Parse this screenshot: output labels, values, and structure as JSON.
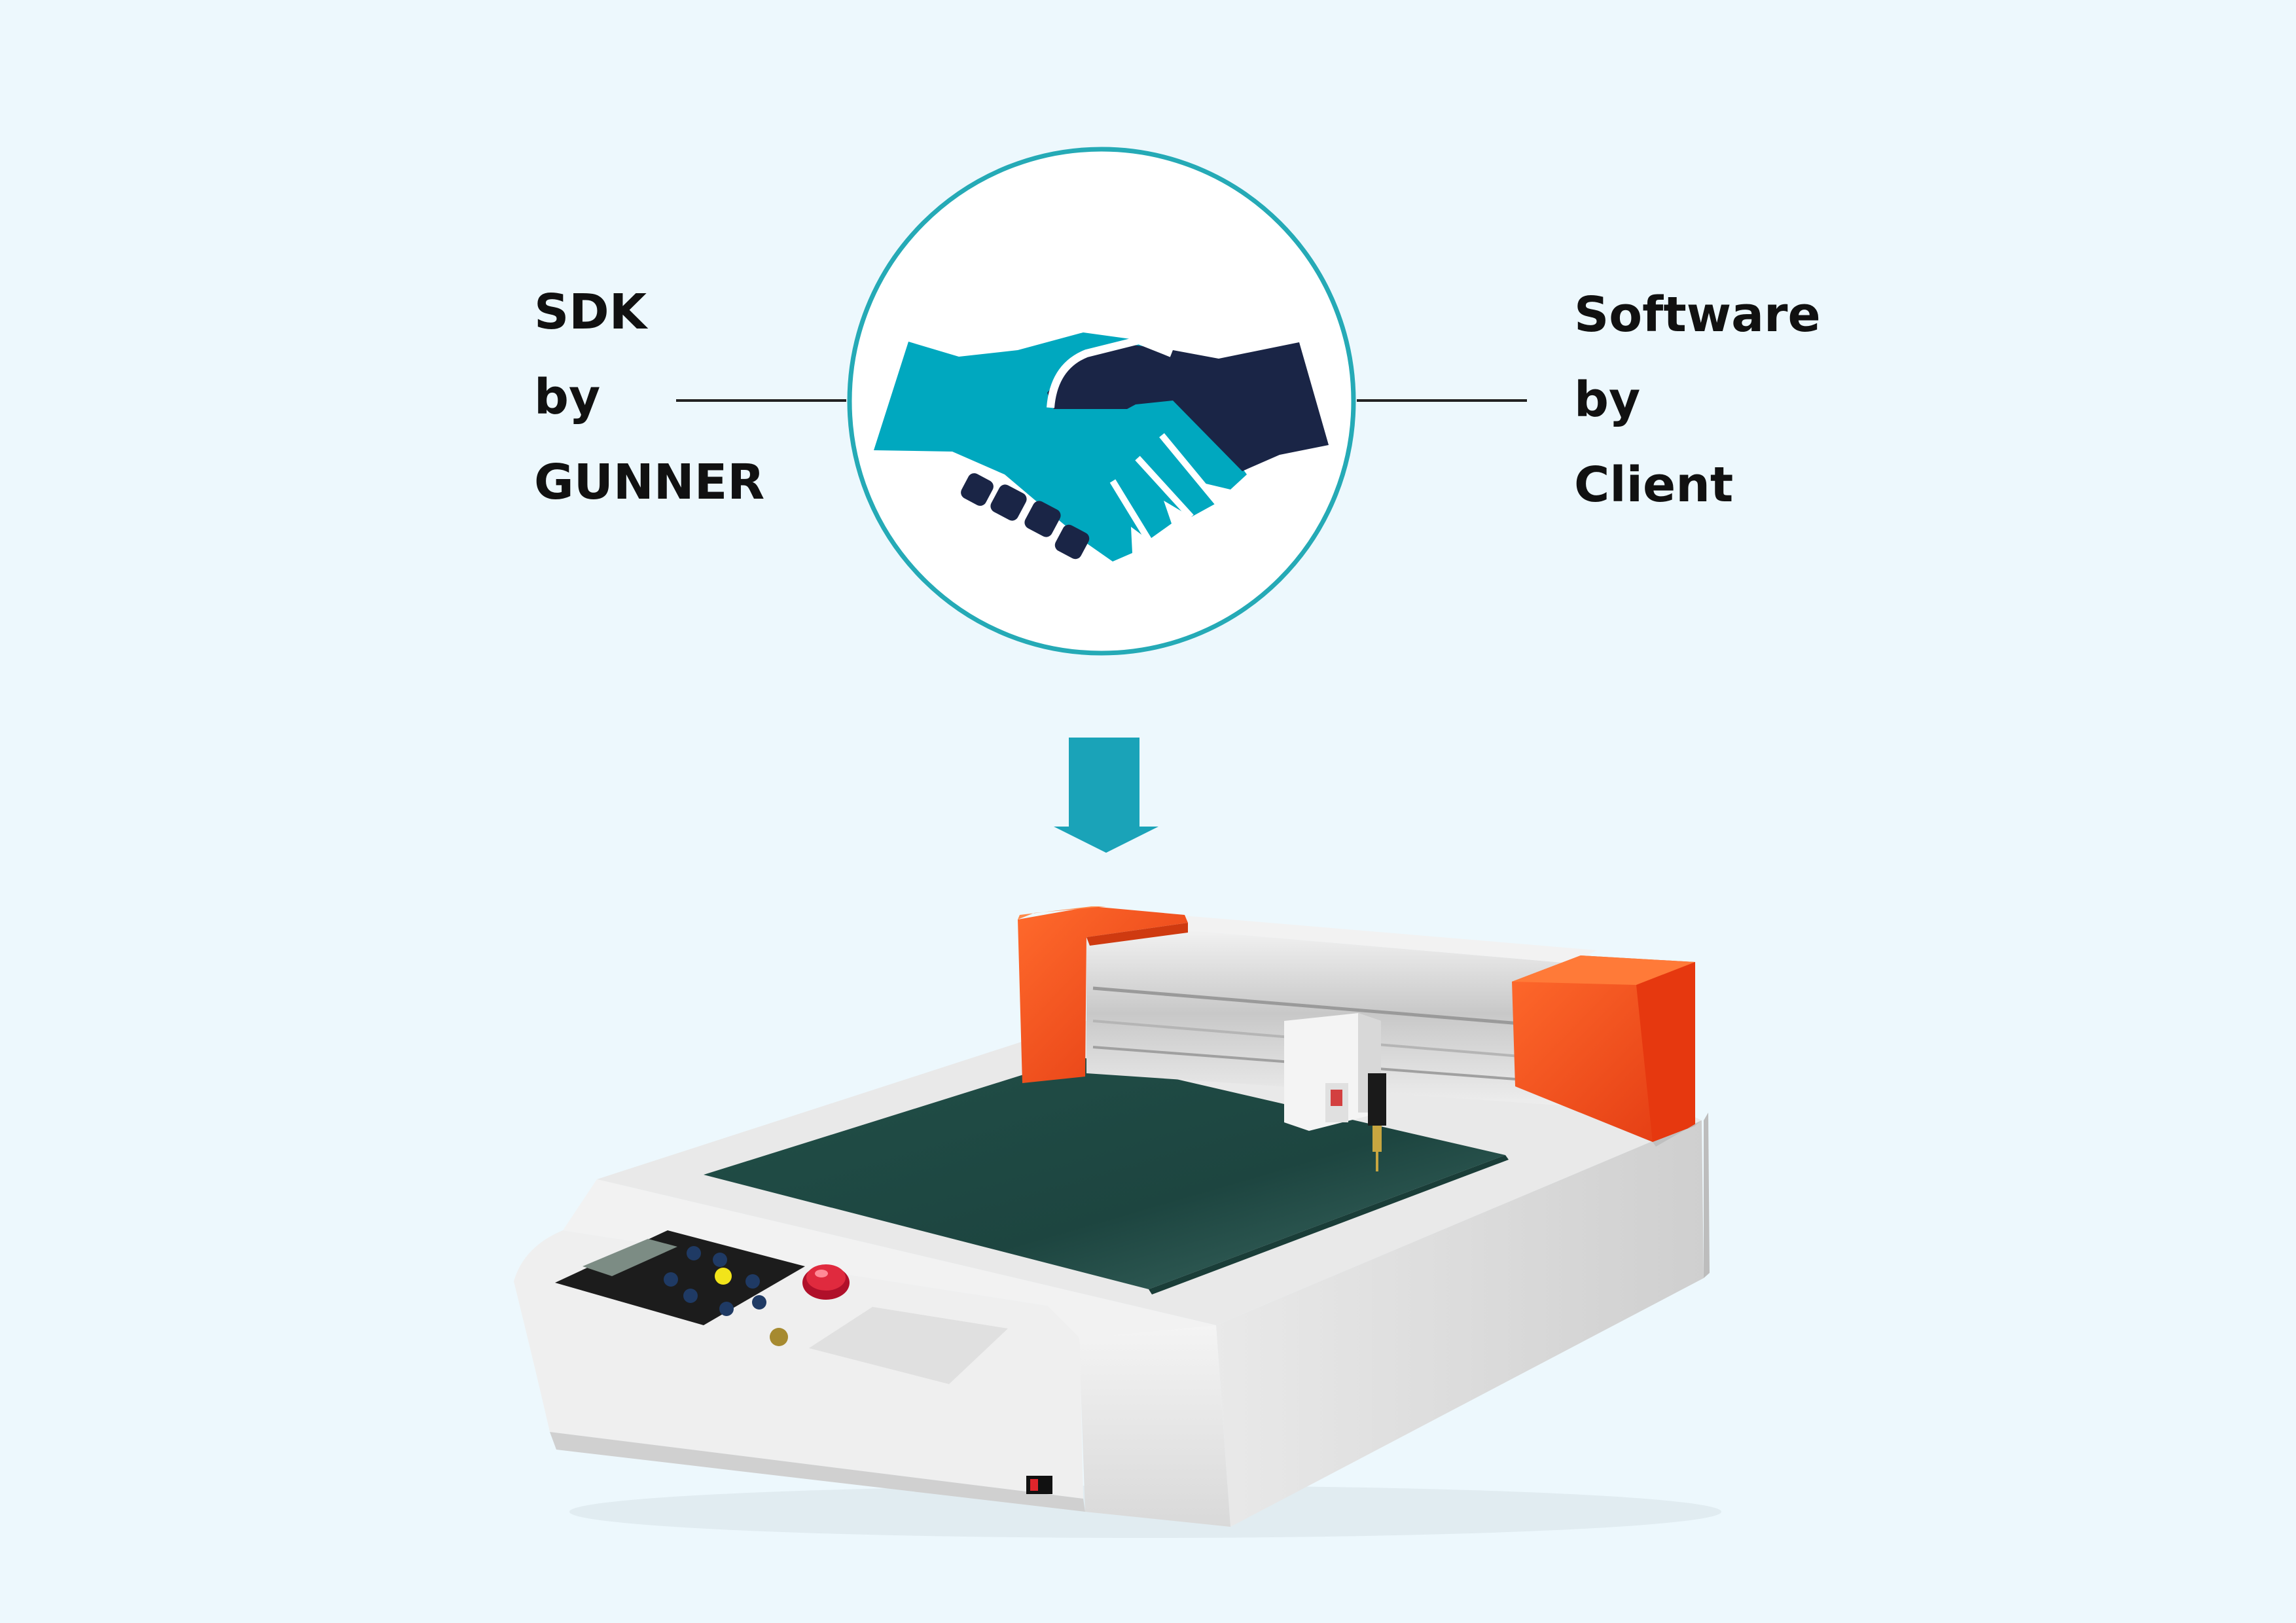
{
  "left_label": {
    "line1": "SDK",
    "line2": "by",
    "line3": "GUNNER"
  },
  "right_label": {
    "line1": "Software",
    "line2": "by",
    "line3": "Client"
  },
  "icons": {
    "center": "handshake-icon",
    "arrow": "arrow-down-icon",
    "machine": "flatbed-cutting-plotter"
  },
  "colors": {
    "background": "#edf8fd",
    "circle_stroke": "#25aab6",
    "hand_teal": "#00a8bf",
    "hand_navy": "#1a2546",
    "arrow": "#1aa3b8",
    "machine_orange": "#f0501e",
    "cutting_bed": "#1f4a44",
    "machine_body": "#e8e8e8"
  }
}
